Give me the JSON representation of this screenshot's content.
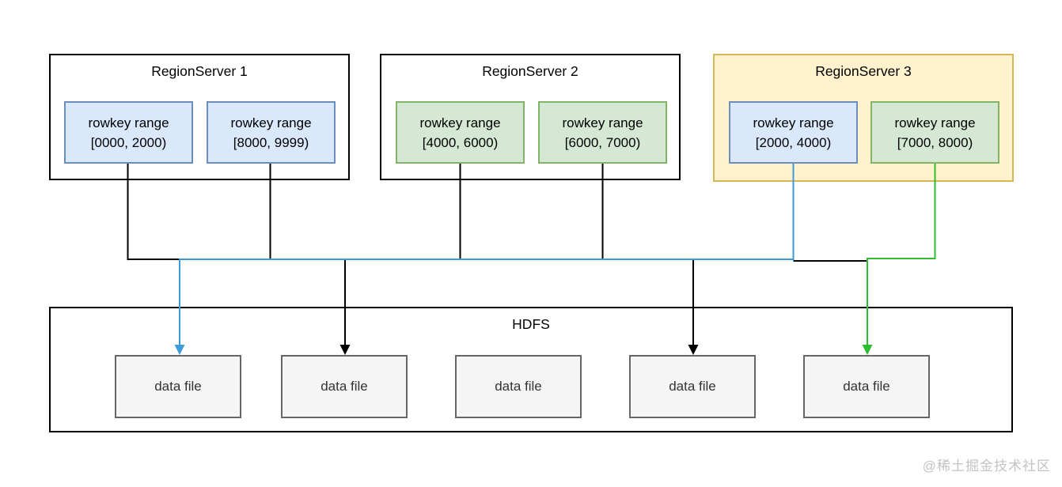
{
  "diagram": {
    "title_implicit": "HBase RegionServers over HDFS",
    "region_servers": [
      {
        "title": "RegionServer 1",
        "highlighted": false,
        "regions": [
          {
            "line1": "rowkey range",
            "line2": "[0000, 2000)",
            "color": "blue"
          },
          {
            "line1": "rowkey range",
            "line2": "[8000, 9999)",
            "color": "blue"
          }
        ]
      },
      {
        "title": "RegionServer 2",
        "highlighted": false,
        "regions": [
          {
            "line1": "rowkey range",
            "line2": "[4000, 6000)",
            "color": "green"
          },
          {
            "line1": "rowkey range",
            "line2": "[6000, 7000)",
            "color": "green"
          }
        ]
      },
      {
        "title": "RegionServer 3",
        "highlighted": true,
        "regions": [
          {
            "line1": "rowkey range",
            "line2": "[2000, 4000)",
            "color": "blue"
          },
          {
            "line1": "rowkey range",
            "line2": "[7000, 8000)",
            "color": "green"
          }
        ]
      }
    ],
    "hdfs": {
      "title": "HDFS",
      "data_files": [
        "data file",
        "data file",
        "data file",
        "data file",
        "data file"
      ]
    },
    "edges": [
      {
        "from": "[0000, 2000)",
        "to": "bus",
        "color": "black"
      },
      {
        "from": "[8000, 9999)",
        "to": "bus",
        "color": "black"
      },
      {
        "from": "[4000, 6000)",
        "to": "bus",
        "color": "black"
      },
      {
        "from": "[6000, 7000)",
        "to": "bus",
        "color": "black"
      },
      {
        "from": "[2000, 4000)",
        "to": "data file 1",
        "color": "blue"
      },
      {
        "from": "bus",
        "to": "data file 2",
        "color": "black"
      },
      {
        "from": "bus",
        "to": "data file 4",
        "color": "black"
      },
      {
        "from": "[7000, 8000)",
        "to": "data file 5",
        "color": "green"
      }
    ],
    "watermark": "@稀土掘金技术社区"
  },
  "colors": {
    "region_blue_fill": "#dae8fc",
    "region_blue_border": "#6c8ebf",
    "region_green_fill": "#d5e8d4",
    "region_green_border": "#82b366",
    "server_highlight_fill": "#fff2cc",
    "server_highlight_border": "#d6b656",
    "datafile_fill": "#f5f5f5",
    "datafile_border": "#666666",
    "line_black": "#000000",
    "line_blue": "#3d9bd9",
    "line_green": "#2fbe2f",
    "watermark_gray": "#c3c3c3"
  }
}
